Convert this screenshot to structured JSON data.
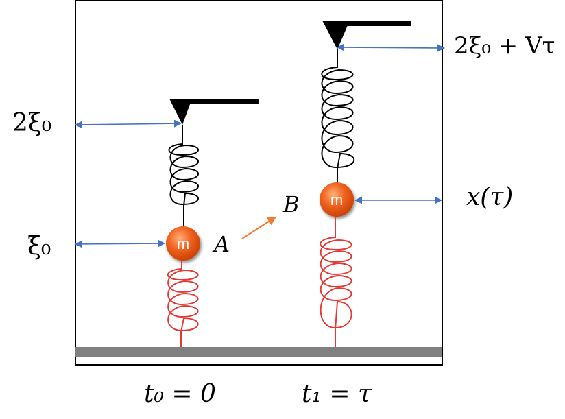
{
  "labels": {
    "left_top": "2ξ₀",
    "left_bottom": "ξ₀",
    "right_top": "2ξ₀ + Vτ",
    "right_middle": "x(τ)",
    "point_a": "A",
    "point_b": "B",
    "time_left": "t₀ = 0",
    "time_right": "t₁ = τ"
  },
  "masses": {
    "left": "m",
    "right": "m"
  },
  "colors": {
    "frame": "#000000",
    "ground": "#808080",
    "upper_spring": "#000000",
    "lower_spring": "#e53935",
    "dimension_arrow": "#4472c4",
    "transition_arrow": "#ed7d31",
    "mass_fill": "#f26522",
    "mass_text": "#ffffff"
  }
}
